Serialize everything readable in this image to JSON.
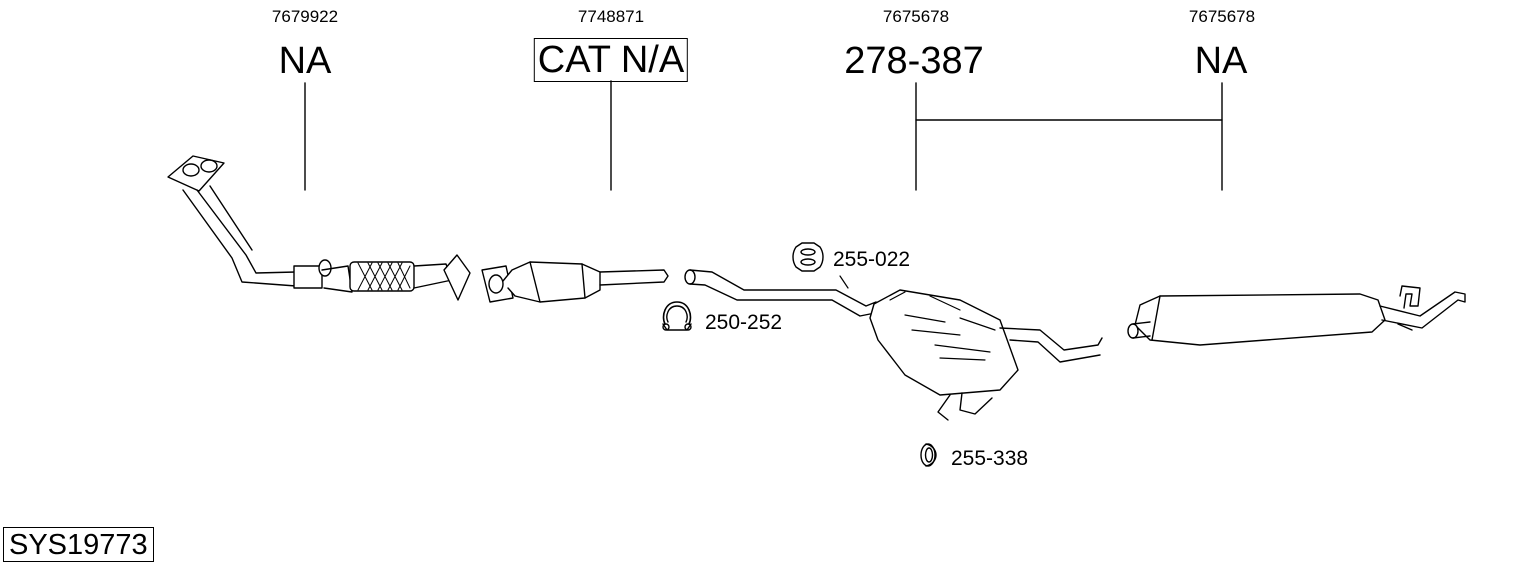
{
  "diagram": {
    "id_label": "SYS19773",
    "parts": [
      {
        "oe_number": "7679922",
        "part_number": "NA",
        "boxed": false
      },
      {
        "oe_number": "7748871",
        "part_number": "CAT N/A",
        "boxed": true
      },
      {
        "oe_number": "7675678",
        "part_number": "278-387",
        "boxed": false
      },
      {
        "oe_number": "7675678",
        "part_number": "NA",
        "boxed": false
      }
    ],
    "accessories": [
      {
        "part_number": "255-022",
        "icon": "rubber-hanger-icon"
      },
      {
        "part_number": "250-252",
        "icon": "pipe-clamp-icon"
      },
      {
        "part_number": "255-338",
        "icon": "rubber-ring-icon"
      }
    ]
  }
}
